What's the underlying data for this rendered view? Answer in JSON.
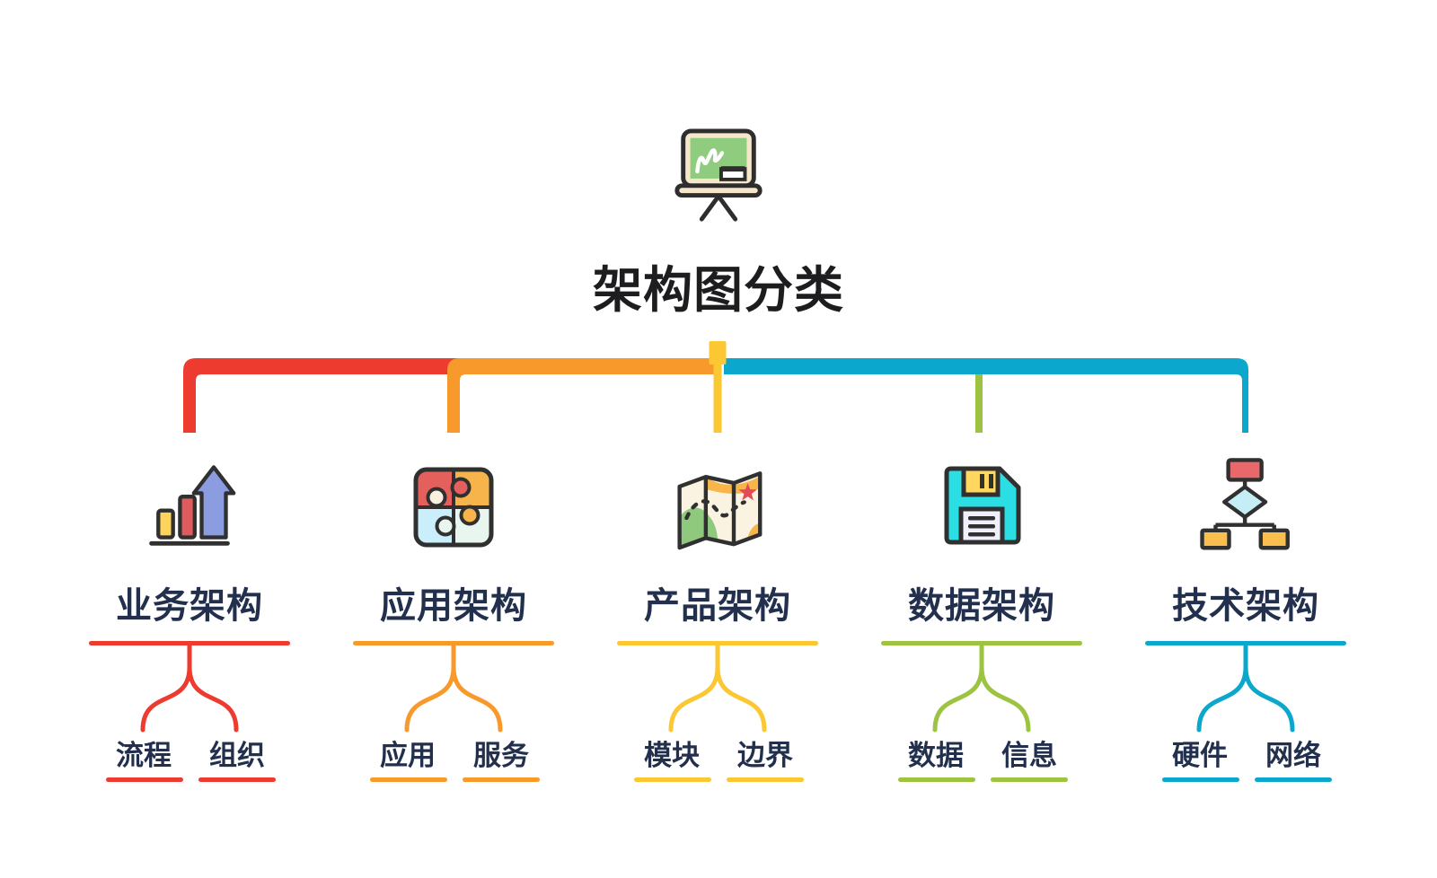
{
  "title": "架构图分类",
  "root": {
    "icon": "presentation-board-icon"
  },
  "colors": {
    "business": "#ed3b30",
    "application": "#f79a2b",
    "product": "#fbc733",
    "data": "#9cc441",
    "technology": "#0ca7cc",
    "topic_text": "#22304e",
    "title_text": "#1d1d20",
    "junction_square": "#fbc733"
  },
  "branches": [
    {
      "label": "业务架构",
      "color": "#ed3b30",
      "icon": "growth-chart-icon",
      "children": [
        "流程",
        "组织"
      ]
    },
    {
      "label": "应用架构",
      "color": "#f79a2b",
      "icon": "puzzle-icon",
      "children": [
        "应用",
        "服务"
      ]
    },
    {
      "label": "产品架构",
      "color": "#fbc733",
      "icon": "folded-map-icon",
      "children": [
        "模块",
        "边界"
      ]
    },
    {
      "label": "数据架构",
      "color": "#9cc441",
      "icon": "floppy-disk-icon",
      "children": [
        "数据",
        "信息"
      ]
    },
    {
      "label": "技术架构",
      "color": "#0ca7cc",
      "icon": "flowchart-icon",
      "children": [
        "硬件",
        "网络"
      ]
    }
  ]
}
